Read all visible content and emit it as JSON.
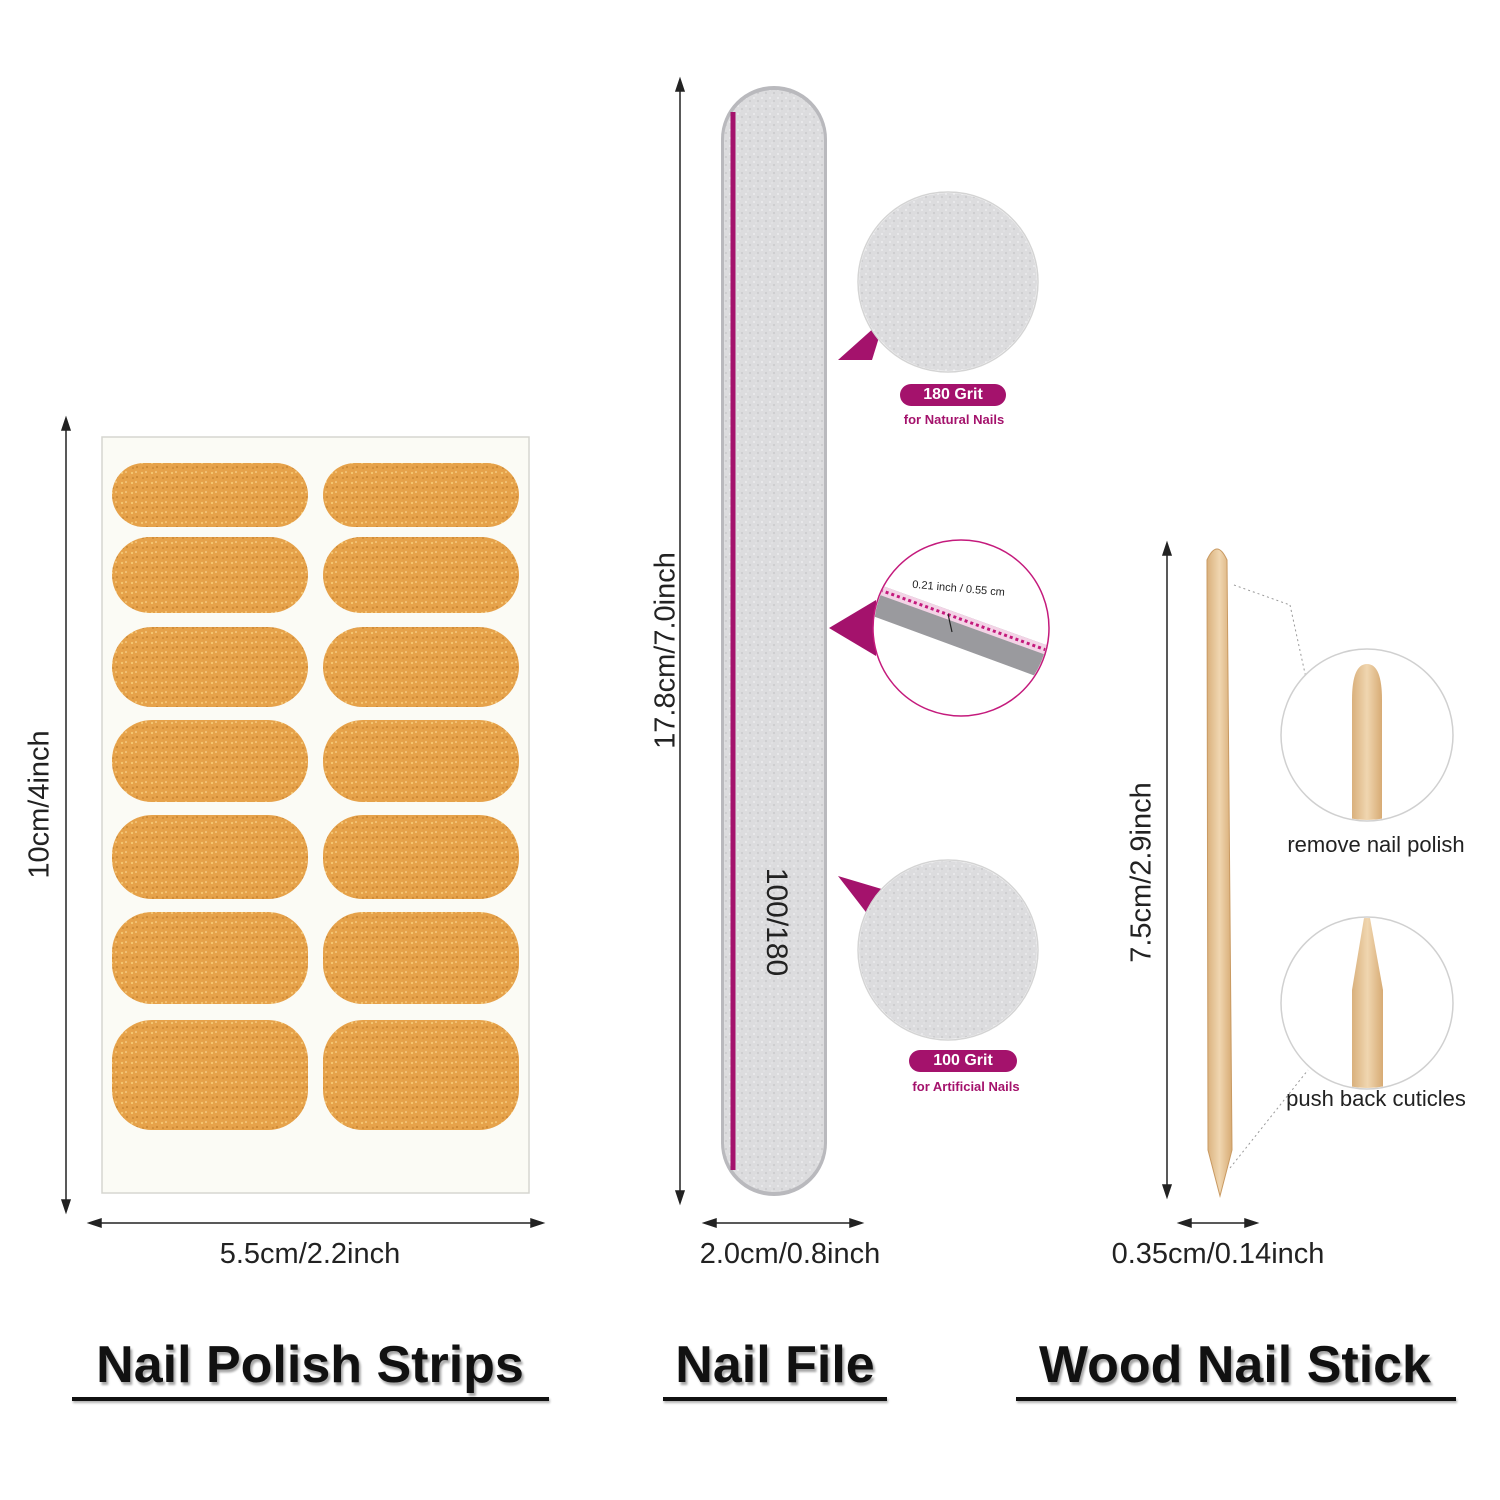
{
  "colors": {
    "accent": "#a4126c",
    "gold": "#e6a24a",
    "file_gray": "#d9d9db",
    "wood": "#e6c79c"
  },
  "strips": {
    "height_label": "10cm/4inch",
    "width_label": "5.5cm/2.2inch",
    "heading": "Nail Polish Strips",
    "sticker_count": 14
  },
  "file": {
    "length_label": "17.8cm/7.0inch",
    "width_label": "2.0cm/0.8inch",
    "grit_text": "100/180",
    "heading": "Nail File",
    "callout_top": {
      "grit": "180 Grit",
      "use": "for Natural Nails"
    },
    "callout_mid": {
      "thickness": "0.21 inch / 0.55 cm"
    },
    "callout_bottom": {
      "grit": "100 Grit",
      "use": "for Artificial Nails"
    }
  },
  "stick": {
    "length_label": "7.5cm/2.9inch",
    "width_label": "0.35cm/0.14inch",
    "heading": "Wood Nail Stick",
    "tip_top": "remove nail polish",
    "tip_bottom": "push back cuticles"
  }
}
